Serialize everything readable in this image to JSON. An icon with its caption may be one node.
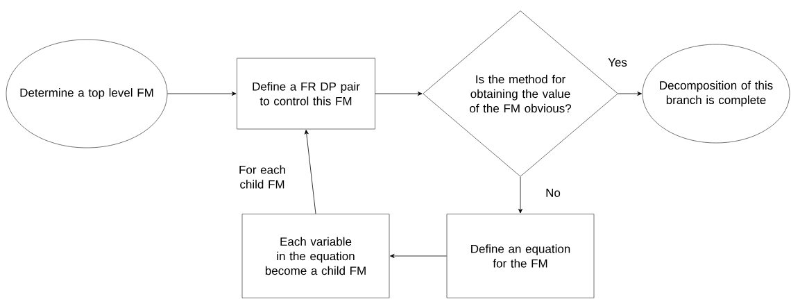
{
  "diagram": {
    "nodes": [
      {
        "text": [
          "Determine a top level FM"
        ]
      },
      {
        "text": [
          "Define a FR DP pair to control this FM"
        ]
      },
      {
        "text": [
          "Is the method for obtaining the value of the FM obvious?"
        ]
      },
      {
        "text": [
          "Decomposition of this branch is complete"
        ]
      },
      {
        "text": [
          "Define an equation for the FM"
        ]
      },
      {
        "text": [
          "Each variable in the equation become a child FM"
        ]
      }
    ],
    "edges": [
      {
        "from": 0,
        "to": 1,
        "arrow": "to"
      },
      {
        "from": 1,
        "to": 2,
        "arrow": "to"
      },
      {
        "from": 2,
        "to": 3,
        "arrow": "to",
        "label": "Yes"
      },
      {
        "from": 2,
        "to": 4,
        "arrow": "to",
        "label": "No"
      },
      {
        "from": 4,
        "to": 5,
        "arrow": "to"
      },
      {
        "from": 5,
        "to": 1,
        "arrow": "to",
        "label": "For each child FM"
      }
    ]
  }
}
